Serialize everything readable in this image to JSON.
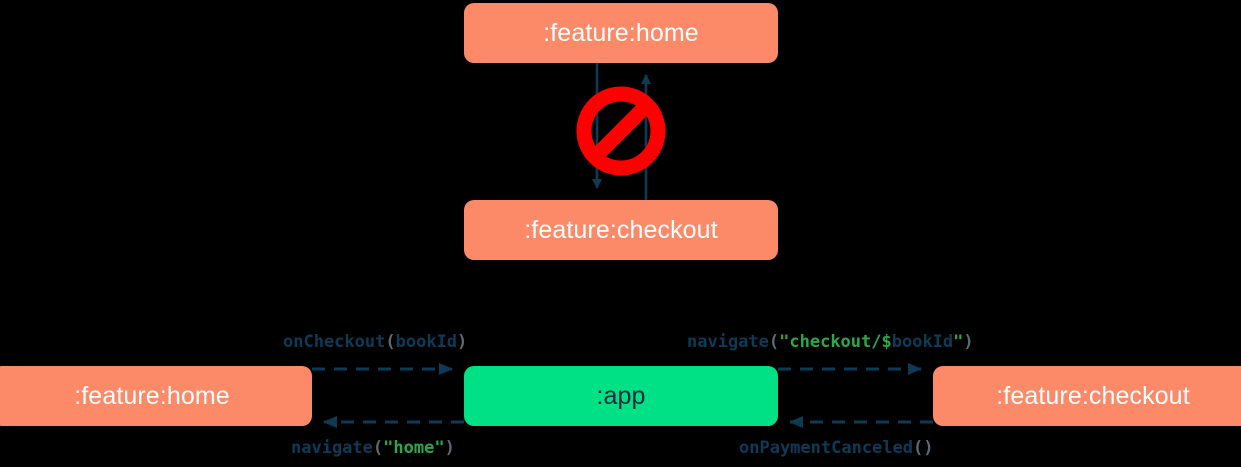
{
  "diagram": {
    "title": "Module navigation responsibility diagram",
    "colors": {
      "feature_node_fill": "#fc8a68",
      "feature_node_text": "#ffffff",
      "app_node_fill": "#00e085",
      "app_node_text": "#0d2b3e",
      "edge_stroke": "#0d3b56",
      "forbidden_icon": "#ff0000",
      "background": "#000000",
      "string_literal": "#2aa84a",
      "punctuation": "#5b6b73"
    },
    "forbidden_icon_name": "no-entry-prohibited-icon"
  },
  "top_cluster": {
    "home_node": ":feature:home",
    "checkout_node": ":feature:checkout",
    "edges": [
      {
        "from": ":feature:home",
        "to": ":feature:checkout",
        "direction": "down",
        "style": "solid",
        "label": ""
      },
      {
        "from": ":feature:checkout",
        "to": ":feature:home",
        "direction": "up",
        "style": "solid",
        "label": ""
      }
    ],
    "status": "forbidden"
  },
  "bottom_cluster": {
    "home_node": ":feature:home",
    "app_node": ":app",
    "checkout_node": ":feature:checkout",
    "labels": {
      "on_checkout": {
        "fn": "onCheckout",
        "open": "(",
        "arg": "bookId",
        "close": ")"
      },
      "navigate_checkout": {
        "fn": "navigate",
        "open": "(",
        "str_start": "\"checkout/$",
        "ident": "bookId",
        "str_end": "\"",
        "close": ")"
      },
      "navigate_home": {
        "fn": "navigate",
        "open": "(",
        "str": "\"home\"",
        "close": ")"
      },
      "on_payment_canceled": {
        "fn": "onPaymentCanceled",
        "open": "(",
        "close": ")"
      }
    },
    "edges": [
      {
        "from": ":feature:home",
        "to": ":app",
        "direction": "right",
        "style": "dashed",
        "label": "onCheckout(bookId)"
      },
      {
        "from": ":app",
        "to": ":feature:checkout",
        "direction": "right",
        "style": "dashed",
        "label": "navigate(\"checkout/$bookId\")"
      },
      {
        "from": ":app",
        "to": ":feature:home",
        "direction": "left",
        "style": "dashed",
        "label": "navigate(\"home\")"
      },
      {
        "from": ":feature:checkout",
        "to": ":app",
        "direction": "left",
        "style": "dashed",
        "label": "onPaymentCanceled()"
      }
    ]
  }
}
